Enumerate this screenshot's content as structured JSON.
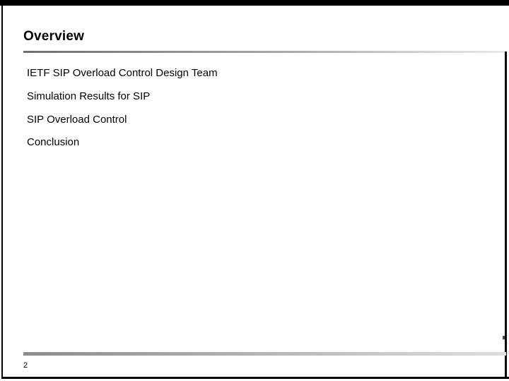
{
  "slide": {
    "title": "Overview",
    "items": [
      "IETF SIP Overload Control Design Team",
      "Simulation Results for SIP",
      "SIP Overload Control",
      "Conclusion"
    ],
    "page_number": "2"
  },
  "colors": {
    "background": "#ffffff",
    "text": "#000000",
    "frame_border": "#000000",
    "rule_dark": "#6f6f6f",
    "rule_light": "#e9e9e9",
    "footer_rule_dark": "#8c8c8c",
    "footer_rule_light": "#dedede"
  }
}
